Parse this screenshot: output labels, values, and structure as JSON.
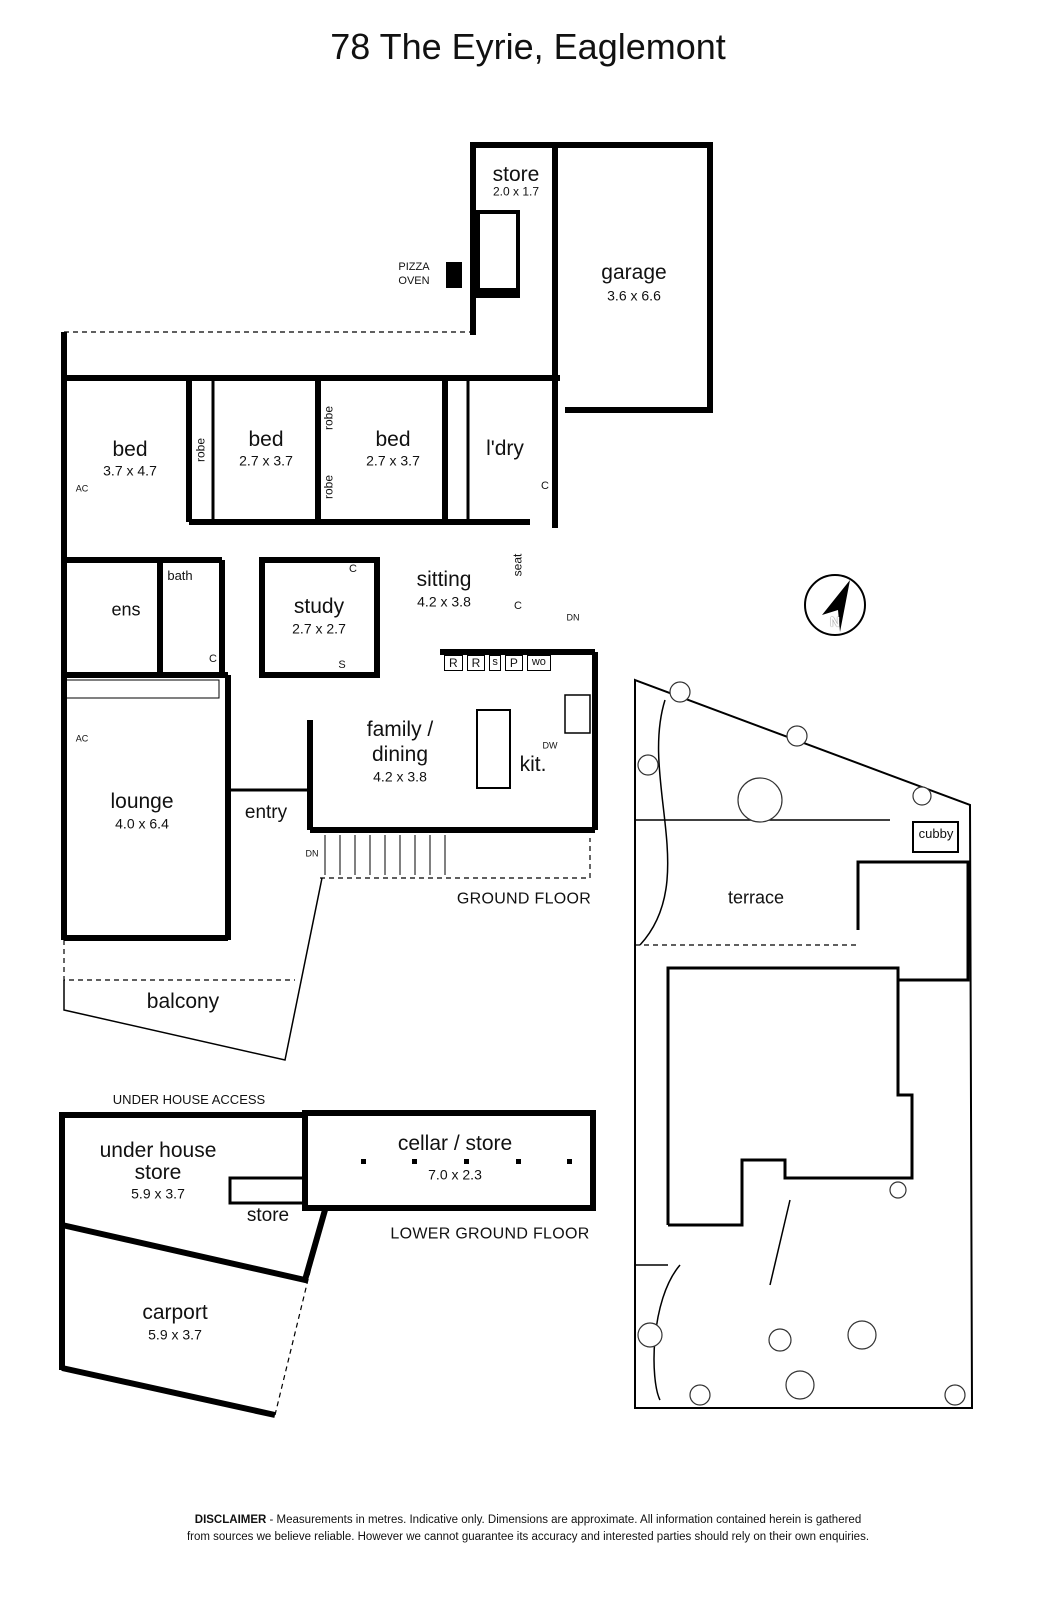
{
  "title": "78 The Eyrie, Eaglemont",
  "floors": {
    "ground": "GROUND FLOOR",
    "lower": "LOWER GROUND FLOOR"
  },
  "rooms": {
    "store_top": {
      "name": "store",
      "dim": "2.0 x 1.7"
    },
    "garage": {
      "name": "garage",
      "dim": "3.6 x 6.6"
    },
    "bed1": {
      "name": "bed",
      "dim": "3.7 x 4.7"
    },
    "bed2": {
      "name": "bed",
      "dim": "2.7 x 3.7"
    },
    "bed3": {
      "name": "bed",
      "dim": "2.7 x 3.7"
    },
    "laundry": {
      "name": "l'dry"
    },
    "ens": {
      "name": "ens"
    },
    "bath": {
      "name": "bath"
    },
    "study": {
      "name": "study",
      "dim": "2.7 x 2.7"
    },
    "sitting": {
      "name": "sitting",
      "dim": "4.2 x 3.8"
    },
    "family": {
      "name": "family /",
      "name2": "dining",
      "dim": "4.2 x 3.8"
    },
    "kitchen": {
      "name": "kit."
    },
    "lounge": {
      "name": "lounge",
      "dim": "4.0 x 6.4"
    },
    "entry": {
      "name": "entry"
    },
    "balcony": {
      "name": "balcony"
    },
    "under_house": {
      "name": "under house",
      "name2": "store",
      "dim": "5.9 x 3.7"
    },
    "cellar": {
      "name": "cellar / store",
      "dim": "7.0 x 2.3"
    },
    "store_lower": {
      "name": "store"
    },
    "carport": {
      "name": "carport",
      "dim": "5.9 x 3.7"
    },
    "terrace": {
      "name": "terrace"
    },
    "cubby": {
      "name": "cubby"
    }
  },
  "annotations": {
    "pizza_oven": "PIZZA",
    "pizza_oven2": "OVEN",
    "robe": "robe",
    "seat": "seat",
    "ac": "AC",
    "c": "C",
    "dn": "DN",
    "dw": "DW",
    "s": "S",
    "under_house_access": "UNDER HOUSE ACCESS",
    "pantry": [
      "R",
      "R",
      "s",
      "P",
      "wo"
    ]
  },
  "compass": {
    "label": "N"
  },
  "disclaimer": {
    "bold": "DISCLAIMER",
    "line1": " - Measurements in metres. Indicative only. Dimensions are approximate. All information contained herein is gathered",
    "line2": "from sources we believe reliable. However we cannot guarantee its accuracy and interested parties should rely on their own enquiries."
  }
}
